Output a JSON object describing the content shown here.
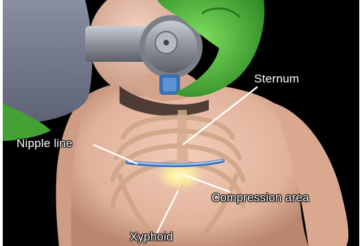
{
  "labels": {
    "sternum": "Sternum",
    "nipple_line": "Nipple line",
    "compression_area": "Compression  area",
    "xyphoid": "Xyphoid"
  },
  "colors": {
    "background": "#000000",
    "skin": "#e9bfa8",
    "glove": "#4fbf3a",
    "device": "#8b8f95",
    "nipple_line": "#6a9fd8",
    "compression_glow": "#fff6a0"
  }
}
